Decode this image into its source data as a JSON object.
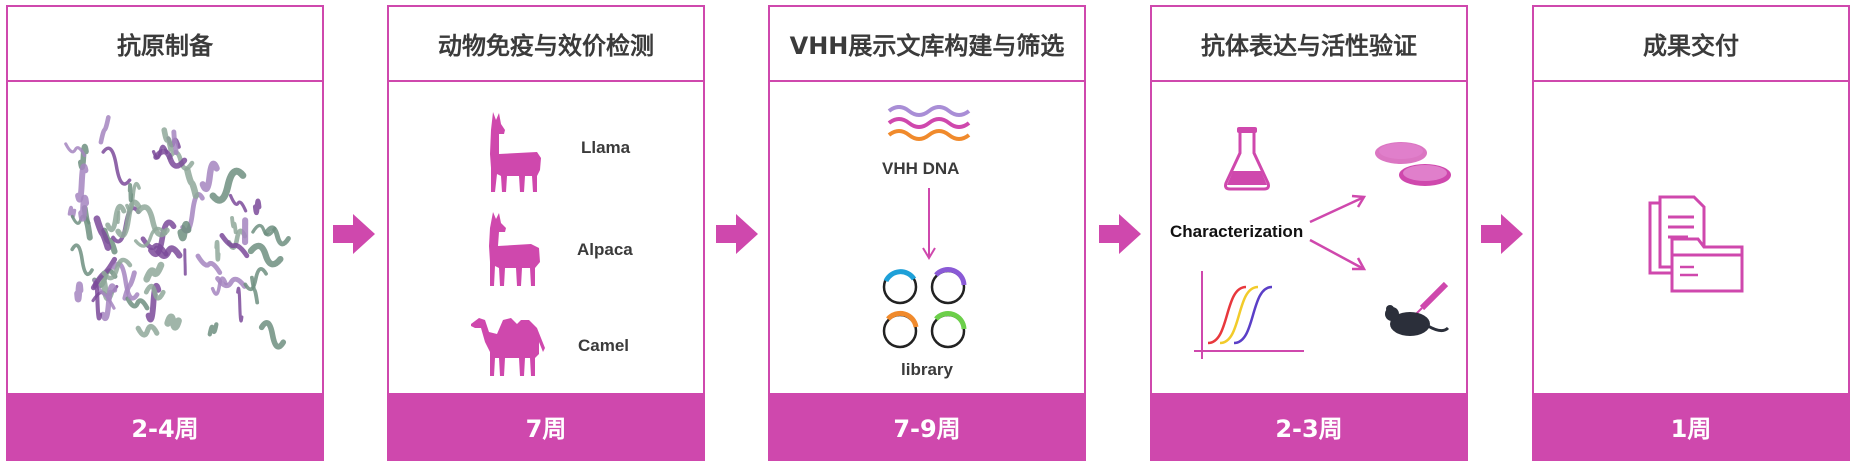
{
  "colors": {
    "accent": "#cf48ad",
    "text": "#3b3b3b",
    "protein_a": "#7b4a9a",
    "protein_b": "#8fa89a"
  },
  "steps": [
    {
      "title": "抗原制备",
      "duration": "2-4周",
      "icons": [
        "protein-structure-icon"
      ]
    },
    {
      "title": "动物免疫与效价检测",
      "duration": "7周",
      "animals": [
        {
          "name": "Llama",
          "icon": "llama-icon"
        },
        {
          "name": "Alpaca",
          "icon": "alpaca-icon"
        },
        {
          "name": "Camel",
          "icon": "camel-icon"
        }
      ]
    },
    {
      "title": "VHH展示文库构建与筛选",
      "duration": "7-9周",
      "dna_label": "VHH DNA",
      "library_label": "library"
    },
    {
      "title": "抗体表达与活性验证",
      "duration": "2-3周",
      "center_label": "Characterization"
    },
    {
      "title": "成果交付",
      "duration": "1周",
      "icons": [
        "documents-folder-icon"
      ]
    }
  ]
}
